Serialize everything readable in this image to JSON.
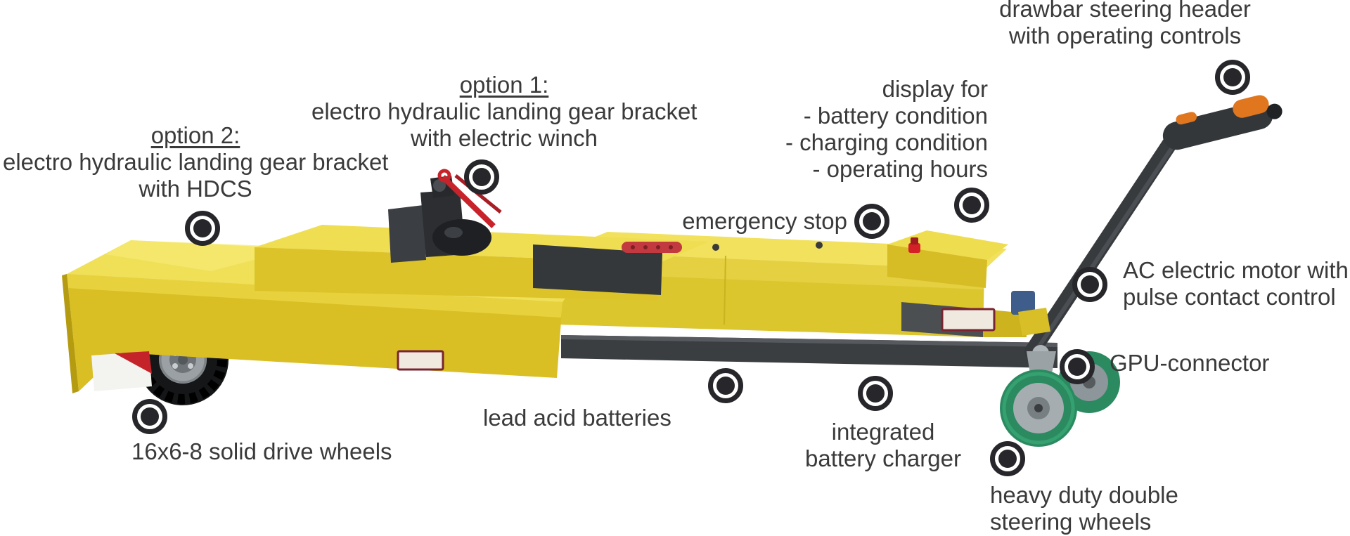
{
  "colors": {
    "body_yellow": "#dcc32a",
    "body_yellow_top": "#efe058",
    "chassis_gray": "#3b3e41",
    "caster_green": "#2b8a60",
    "accent_red": "#c8232b",
    "grip_orange": "#e0761e",
    "marker_ink": "#27272b",
    "label_text": "#3a3a3a"
  },
  "annotations": {
    "drawbar_steering": {
      "lines": [
        "drawbar steering header",
        "with operating controls"
      ]
    },
    "display": {
      "lines": [
        "display for",
        "- battery condition",
        "- charging condition",
        "- operating hours"
      ]
    },
    "emergency_stop": {
      "label": "emergency stop"
    },
    "option1": {
      "heading": "option 1:",
      "lines": [
        "electro hydraulic landing gear bracket",
        "with electric winch"
      ]
    },
    "option2": {
      "heading": "option 2:",
      "lines": [
        "electro hydraulic landing gear bracket",
        "with HDCS"
      ]
    },
    "ac_motor": {
      "lines": [
        "AC electric motor with",
        "pulse contact control"
      ]
    },
    "gpu_connector": {
      "label": "GPU-connector"
    },
    "lead_acid_batteries": {
      "label": "lead acid batteries"
    },
    "battery_charger": {
      "lines": [
        "integrated",
        "battery charger"
      ]
    },
    "drive_wheels": {
      "label": "16x6-8 solid drive wheels"
    },
    "steering_wheels": {
      "lines": [
        "heavy duty double",
        "steering wheels"
      ]
    }
  }
}
